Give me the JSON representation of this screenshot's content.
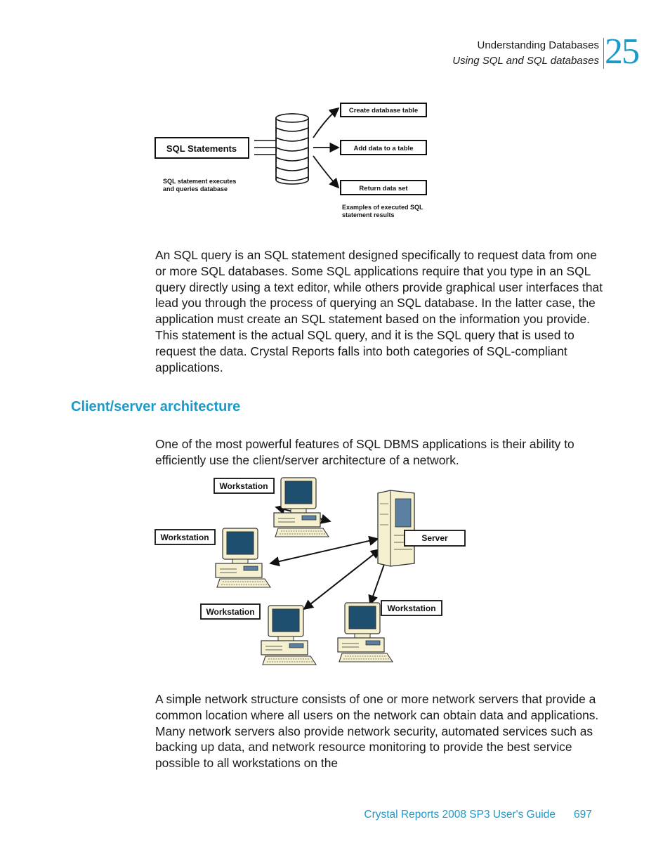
{
  "header": {
    "chapter_title": "Understanding Databases",
    "section_title": "Using SQL and SQL databases",
    "chapter_number": "25"
  },
  "figure1": {
    "sql_box_label": "SQL Statements",
    "sql_caption_lines": [
      "SQL statement executes",
      "and queries database"
    ],
    "results": [
      "Create database table",
      "Add data to a table",
      "Return data set"
    ],
    "results_caption_lines": [
      "Examples of executed SQL",
      "statement results"
    ]
  },
  "body": {
    "paragraph1": "An SQL query is an SQL statement designed specifically to request data from one or more SQL databases. Some SQL applications require that you type in an SQL query directly using a text editor, while others provide graphical user interfaces that lead you through the process of querying an SQL database. In the latter case, the application must create an SQL statement based on the information you provide. This statement is the actual SQL query, and it is the SQL query that is used to request the data. Crystal Reports falls into both categories of SQL-compliant applications.",
    "section_heading": "Client/server architecture",
    "paragraph2": "One of the most powerful features of SQL DBMS applications is their ability to efficiently use the client/server architecture of a network.",
    "paragraph3": "A simple network structure consists of one or more network servers that provide a common location where all users on the network can obtain data and applications. Many network servers also provide network security, automated services such as backing up data, and network resource monitoring to provide the best service possible to all workstations on the"
  },
  "figure2": {
    "workstation_label": "Workstation",
    "server_label": "Server"
  },
  "footer": {
    "guide_title": "Crystal Reports 2008 SP3 User's Guide",
    "page_number": "697"
  },
  "colors": {
    "accent": "#1b9ac9",
    "screen": "#1f4f6e",
    "computer_beige": "#f5f0cf"
  }
}
